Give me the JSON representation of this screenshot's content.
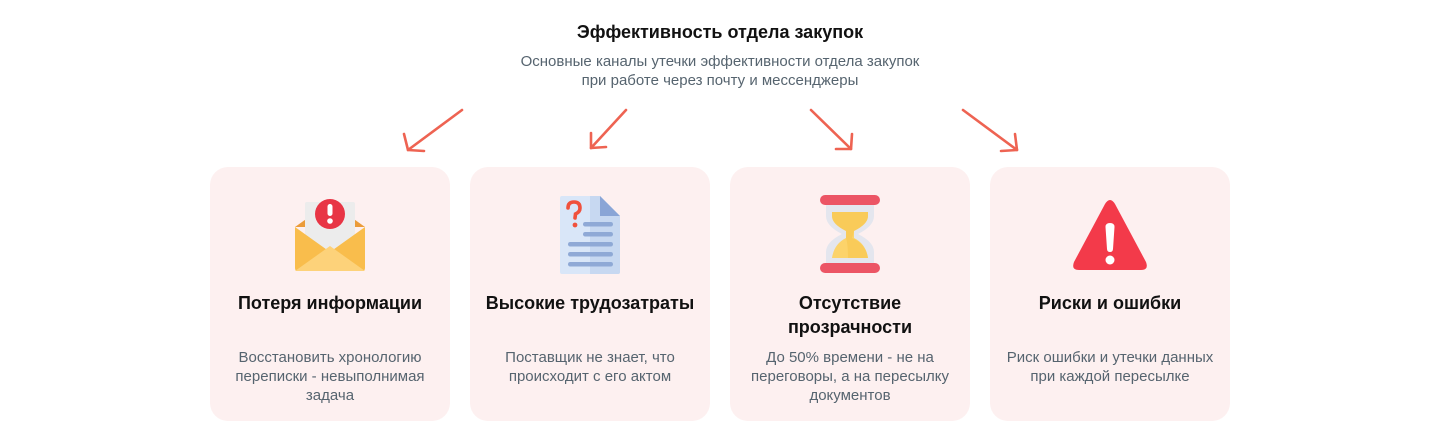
{
  "header": {
    "title": "Эффективность отдела закупок",
    "subtitle_line1": "Основные каналы утечки эффективности отдела закупок",
    "subtitle_line2": "при работе через почту и мессенджеры"
  },
  "colors": {
    "arrow": "#ee6352",
    "card_bg": "#fdf0f0",
    "title": "#111111",
    "text": "#56646f",
    "alert_red": "#f0394a"
  },
  "cards": [
    {
      "icon": "envelope-alert-icon",
      "title": "Потеря информации",
      "desc": "Восстановить хронологию переписки - невыполнимая задача"
    },
    {
      "icon": "document-question-icon",
      "title": "Высокие трудозатраты",
      "desc": "Поставщик не знает, что происходит с его актом"
    },
    {
      "icon": "hourglass-icon",
      "title": "Отсутствие прозрачности",
      "desc": "До 50% времени - не на переговоры, а на пересылку документов"
    },
    {
      "icon": "warning-triangle-icon",
      "title": "Риски и ошибки",
      "desc": "Риск ошибки и утечки данных при каждой пересылке"
    }
  ]
}
